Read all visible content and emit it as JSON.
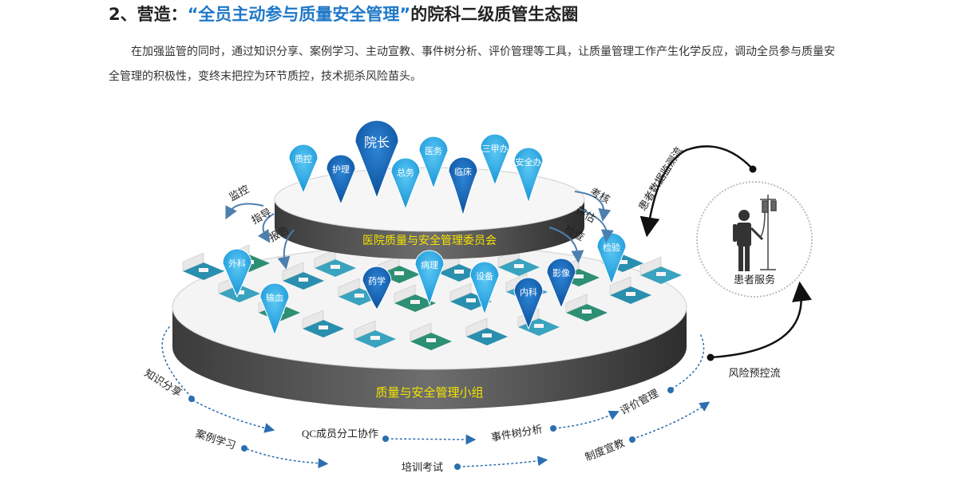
{
  "heading": {
    "prefix": "2、营造：",
    "highlight": "“全员主动参与质量安全管理”",
    "suffix": "的院科二级质管生态圈"
  },
  "paragraph": "在加强监管的同时，通过知识分享、案例学习、主动宣教、事件树分析、评价管理等工具，让质量管理工作产生化学反应，调动全员参与质量安全管理的积极性，变终末把控为环节质控，技术扼杀风险苗头。",
  "top_disc_label": "医院质量与安全管理委员会",
  "bottom_disc_label": "质量与安全管理小组",
  "top_pins": [
    "质控",
    "护理",
    "院长",
    "总务",
    "医务",
    "临床",
    "三甲办",
    "安全办"
  ],
  "bottom_pins": [
    "外科",
    "输血",
    "药学",
    "病理",
    "设备",
    "内科",
    "影像",
    "检验"
  ],
  "left_arrows": [
    "监控",
    "指导",
    "报告"
  ],
  "right_arrows": [
    "考核",
    "评估",
    "检查"
  ],
  "patient": {
    "label": "患者服务",
    "flow_top": "患者数据监测流",
    "flow_bottom": "风险预控流"
  },
  "tools": [
    "知识分享",
    "案例学习",
    "QC成员分工协作",
    "培训考试",
    "事件树分析",
    "制度宣教",
    "评价管理"
  ],
  "colors": {
    "highlight": "#1f78c8",
    "pin_light": "#29a9e6",
    "pin_dark": "#1064b5",
    "disc_label": "#f4e300",
    "dot": "#2c6fb0"
  }
}
